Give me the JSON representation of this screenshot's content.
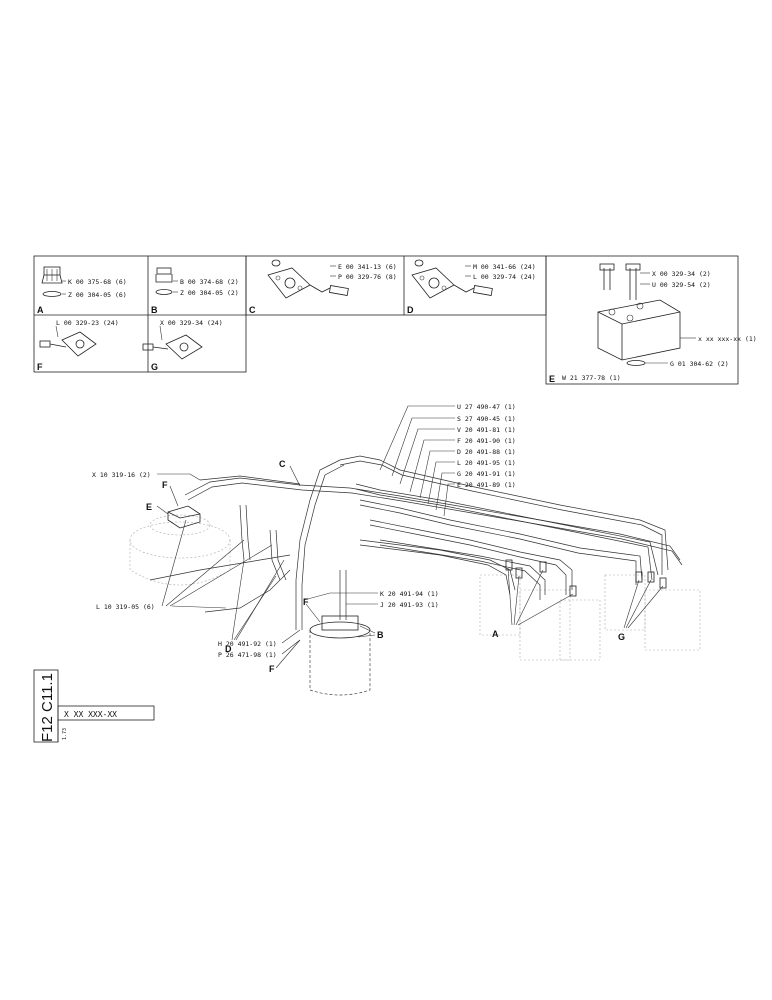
{
  "panels": {
    "A": {
      "letter": "A",
      "items": [
        "K 00 375-68 (6)",
        "Z 00 304-05 (6)"
      ]
    },
    "B": {
      "letter": "B",
      "items": [
        "B 00 374-68 (2)",
        "Z 00 304-05 (2)"
      ]
    },
    "C": {
      "letter": "C",
      "items": [
        "E 00 341-13 (6)",
        "P 00 329-76 (8)"
      ]
    },
    "D": {
      "letter": "D",
      "items": [
        "M 00 341-66 (24)",
        "L 00 329-74 (24)"
      ]
    },
    "F": {
      "letter": "F",
      "items": [
        "L 00 329-23 (24)"
      ]
    },
    "G": {
      "letter": "G",
      "items": [
        "X 00 329-34 (24)"
      ]
    },
    "E": {
      "letter": "E",
      "items": [
        "X 00 329-34 (2)",
        "U 00 329-54 (2)",
        "x xx xxx-xx (1)",
        "G 01 304-62 (2)"
      ],
      "footer": "W 21 377-78 (1)"
    }
  },
  "main": {
    "right_labels": [
      "U 27 490-47 (1)",
      "S 27 490-45 (1)",
      "V 20 491-81 (1)",
      "F 20 491-90 (1)",
      "D 20 491-88 (1)",
      "L 20 491-95 (1)",
      "G 20 491-91 (1)",
      "E 20 491-89 (1)"
    ],
    "left_top_label": "X 10 319-16 (2)",
    "left_bottom_label": "L 10 319-05 (6)",
    "center_labels": [
      "K 20 491-94 (1)",
      "J 20 491-93 (1)"
    ],
    "bottom_labels": [
      "H 20 491-92 (1)",
      "P 26 471-98 (1)"
    ],
    "callouts": {
      "c": "C",
      "f1": "F",
      "e": "E",
      "d": "D",
      "f2": "F",
      "f3": "F",
      "b": "B",
      "a": "A",
      "g": "G"
    }
  },
  "title_block": {
    "ref": "F12 C11.1",
    "part": "X XX XXX-XX",
    "small": "1.73"
  }
}
